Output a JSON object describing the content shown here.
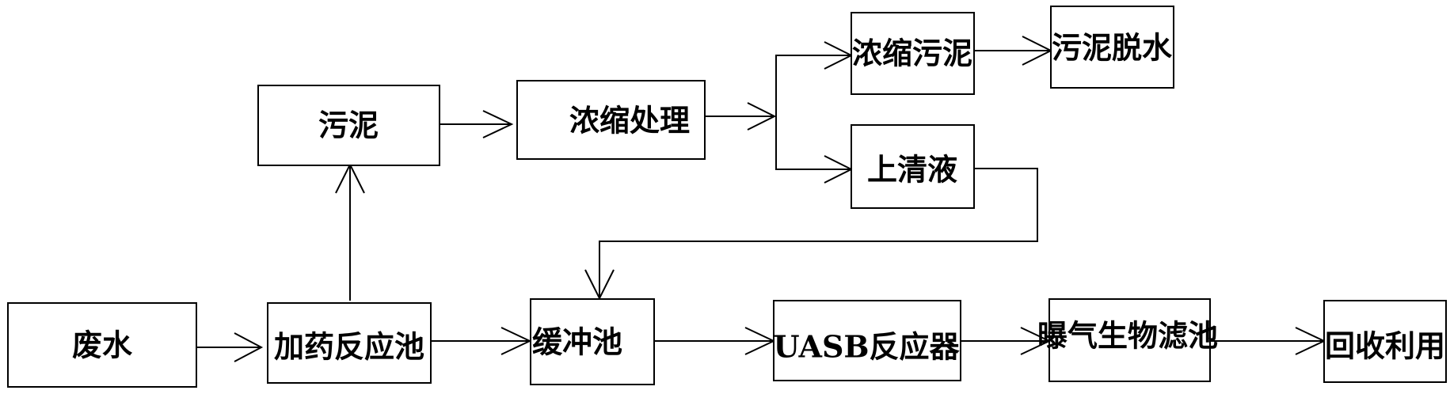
{
  "nodes": {
    "feishui": "废水",
    "jiayao": "加药反应池",
    "wuni": "污泥",
    "nongsuo": "浓缩处理",
    "nongsuo_wuni": "浓缩污泥",
    "wuni_tuoshui": "污泥脱水",
    "shangqingye": "上清液",
    "huanchong": "缓冲池",
    "uasb": "UASB反应器",
    "baoqi": "曝气生物滤池",
    "huishou": "回收利用"
  },
  "colors": {
    "stroke": "#000000",
    "background": "#ffffff"
  }
}
